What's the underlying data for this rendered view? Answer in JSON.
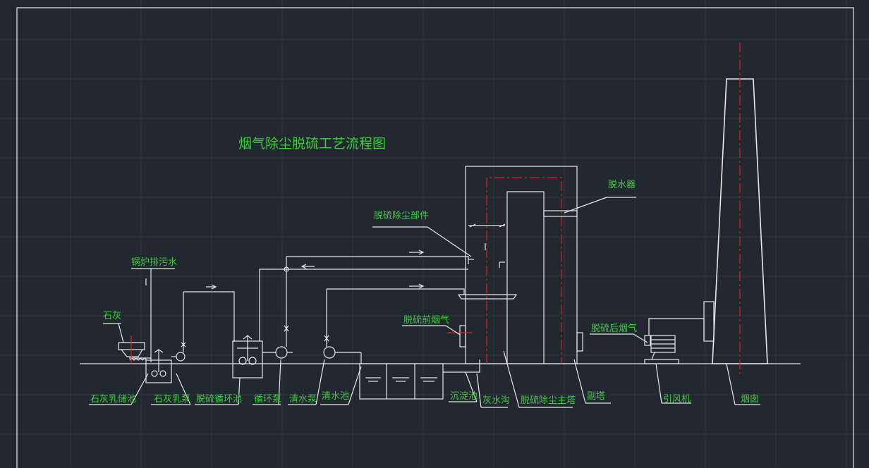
{
  "title": "烟气除尘脱硫工艺流程图",
  "labels": {
    "lime": "石灰",
    "boiler_water": "锅炉排污水",
    "lime_milk_tank": "石灰乳储池",
    "lime_milk_pump": "石灰乳泵",
    "desulf_circ_tank": "脱硫循环池",
    "circ_pump": "循环泵",
    "clear_pump": "清水泵",
    "clear_tank": "清水池",
    "settling_tank": "沉淀池",
    "ash_ditch": "灰水沟",
    "main_tower": "脱硫除尘主塔",
    "aux_tower": "副塔",
    "fan": "引风机",
    "chimney": "烟囱",
    "demister": "脱水器",
    "dust_part": "脱硫除尘部件",
    "pre_flue": "脱硫前烟气",
    "post_flue": "脱硫后烟气"
  },
  "colors": {
    "background": "#212830",
    "label": "#3fcc3f",
    "line": "#e8e8e8",
    "centerline": "#e02020"
  }
}
